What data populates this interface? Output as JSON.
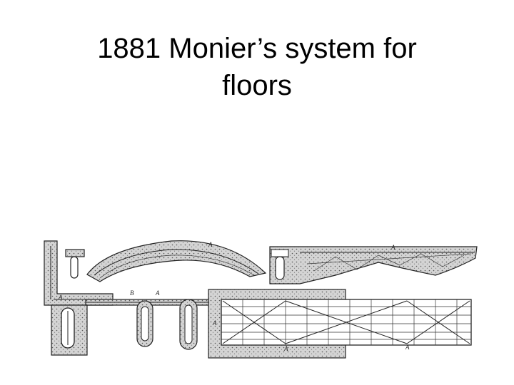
{
  "slide": {
    "title_line1": "1881 Monier’s system for",
    "title_line2": "floors"
  },
  "figure": {
    "labels": [
      "A",
      "A",
      "A",
      "A",
      "A",
      "B",
      "A",
      "A"
    ]
  }
}
